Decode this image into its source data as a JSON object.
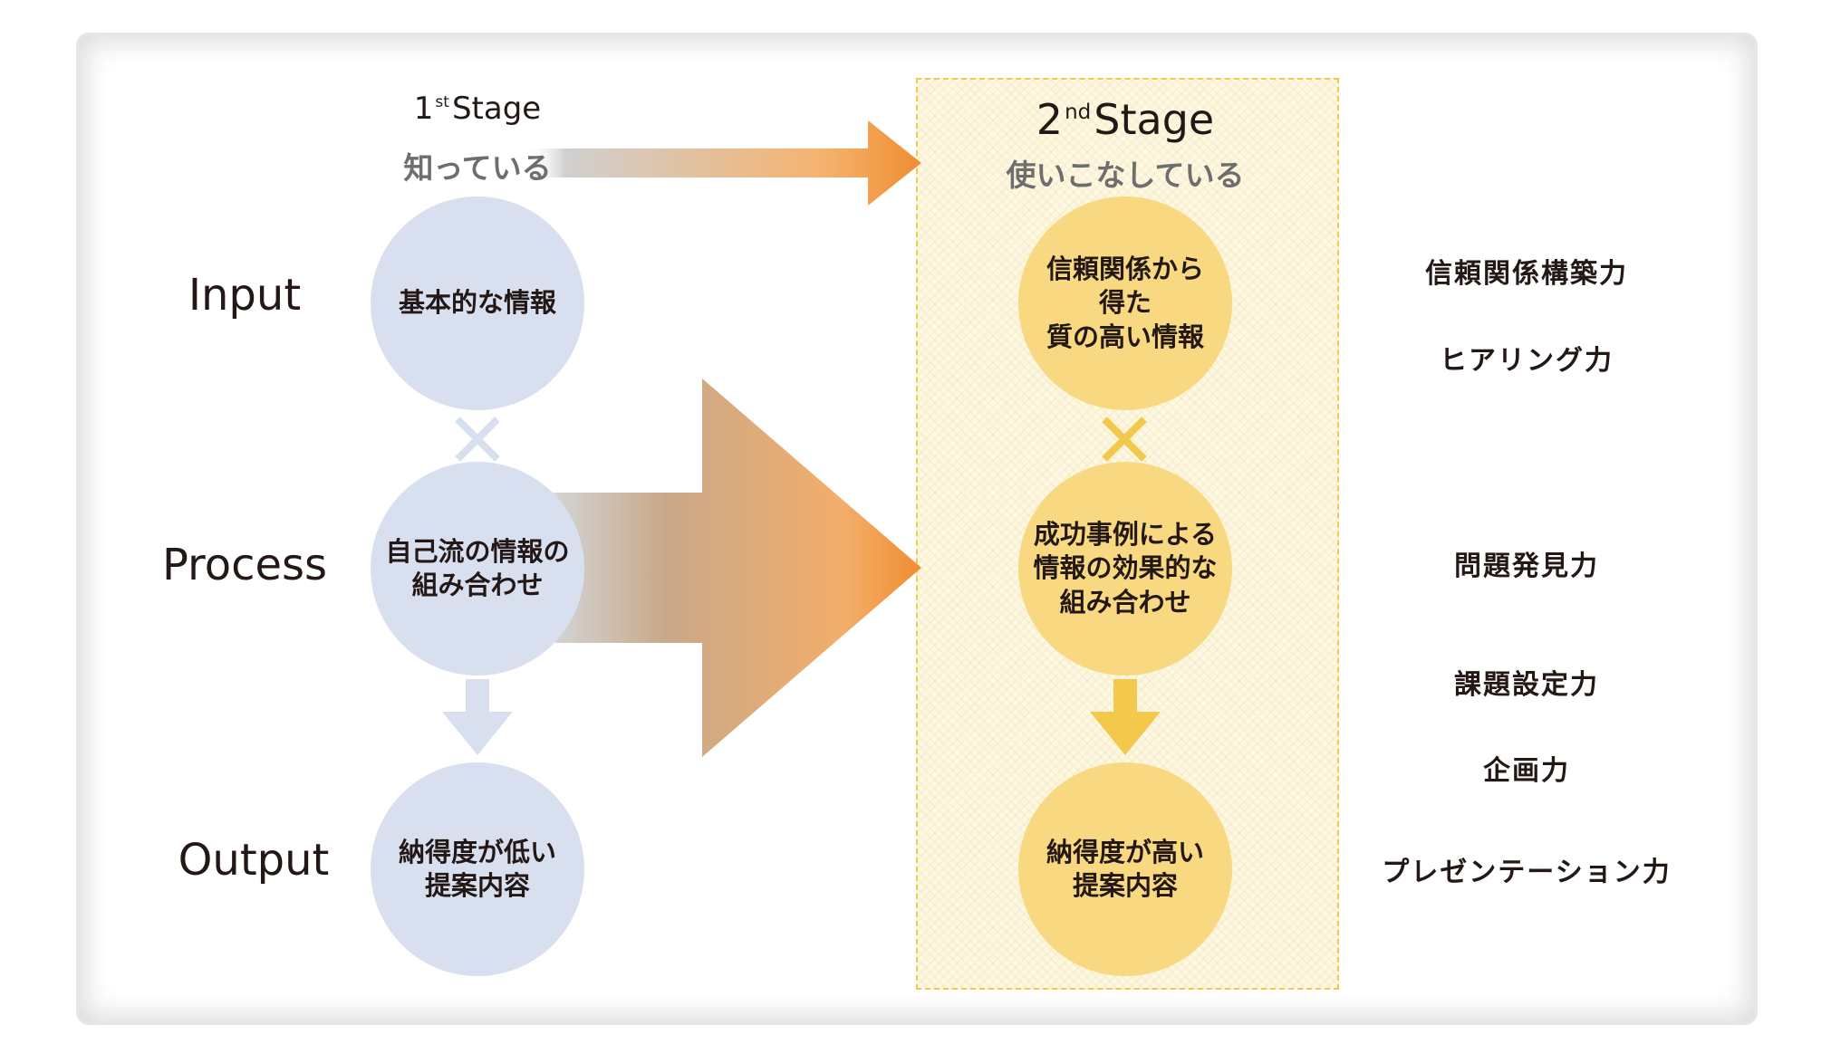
{
  "rows": {
    "input": "Input",
    "process": "Process",
    "output": "Output"
  },
  "stage1": {
    "title_num": "1",
    "title_sup": "st",
    "title_word": "Stage",
    "subtitle": "知っている",
    "input": "基本的な情報",
    "process": "自己流の情報の\n組み合わせ",
    "output": "納得度が低い\n提案内容"
  },
  "stage2": {
    "title_num": "2",
    "title_sup": "nd",
    "title_word": "Stage",
    "subtitle": "使いこなしている",
    "input": "信頼関係から\n得た\n質の高い情報",
    "process": "成功事例による\n情報の効果的な\n組み合わせ",
    "output": "納得度が高い\n提案内容"
  },
  "skills": [
    "信頼関係構築力",
    "ヒアリング力",
    "問題発見力",
    "課題設定力",
    "企画力",
    "プレゼンテーション力"
  ],
  "colors": {
    "stage1_circle": "#d8e0ef",
    "stage2_circle": "#f8d981",
    "arrow_start": "#b8b8b8",
    "arrow_end": "#ef8c2e",
    "stage2_panel": "#fdf8e4",
    "stage2_border": "#f2c94c"
  }
}
